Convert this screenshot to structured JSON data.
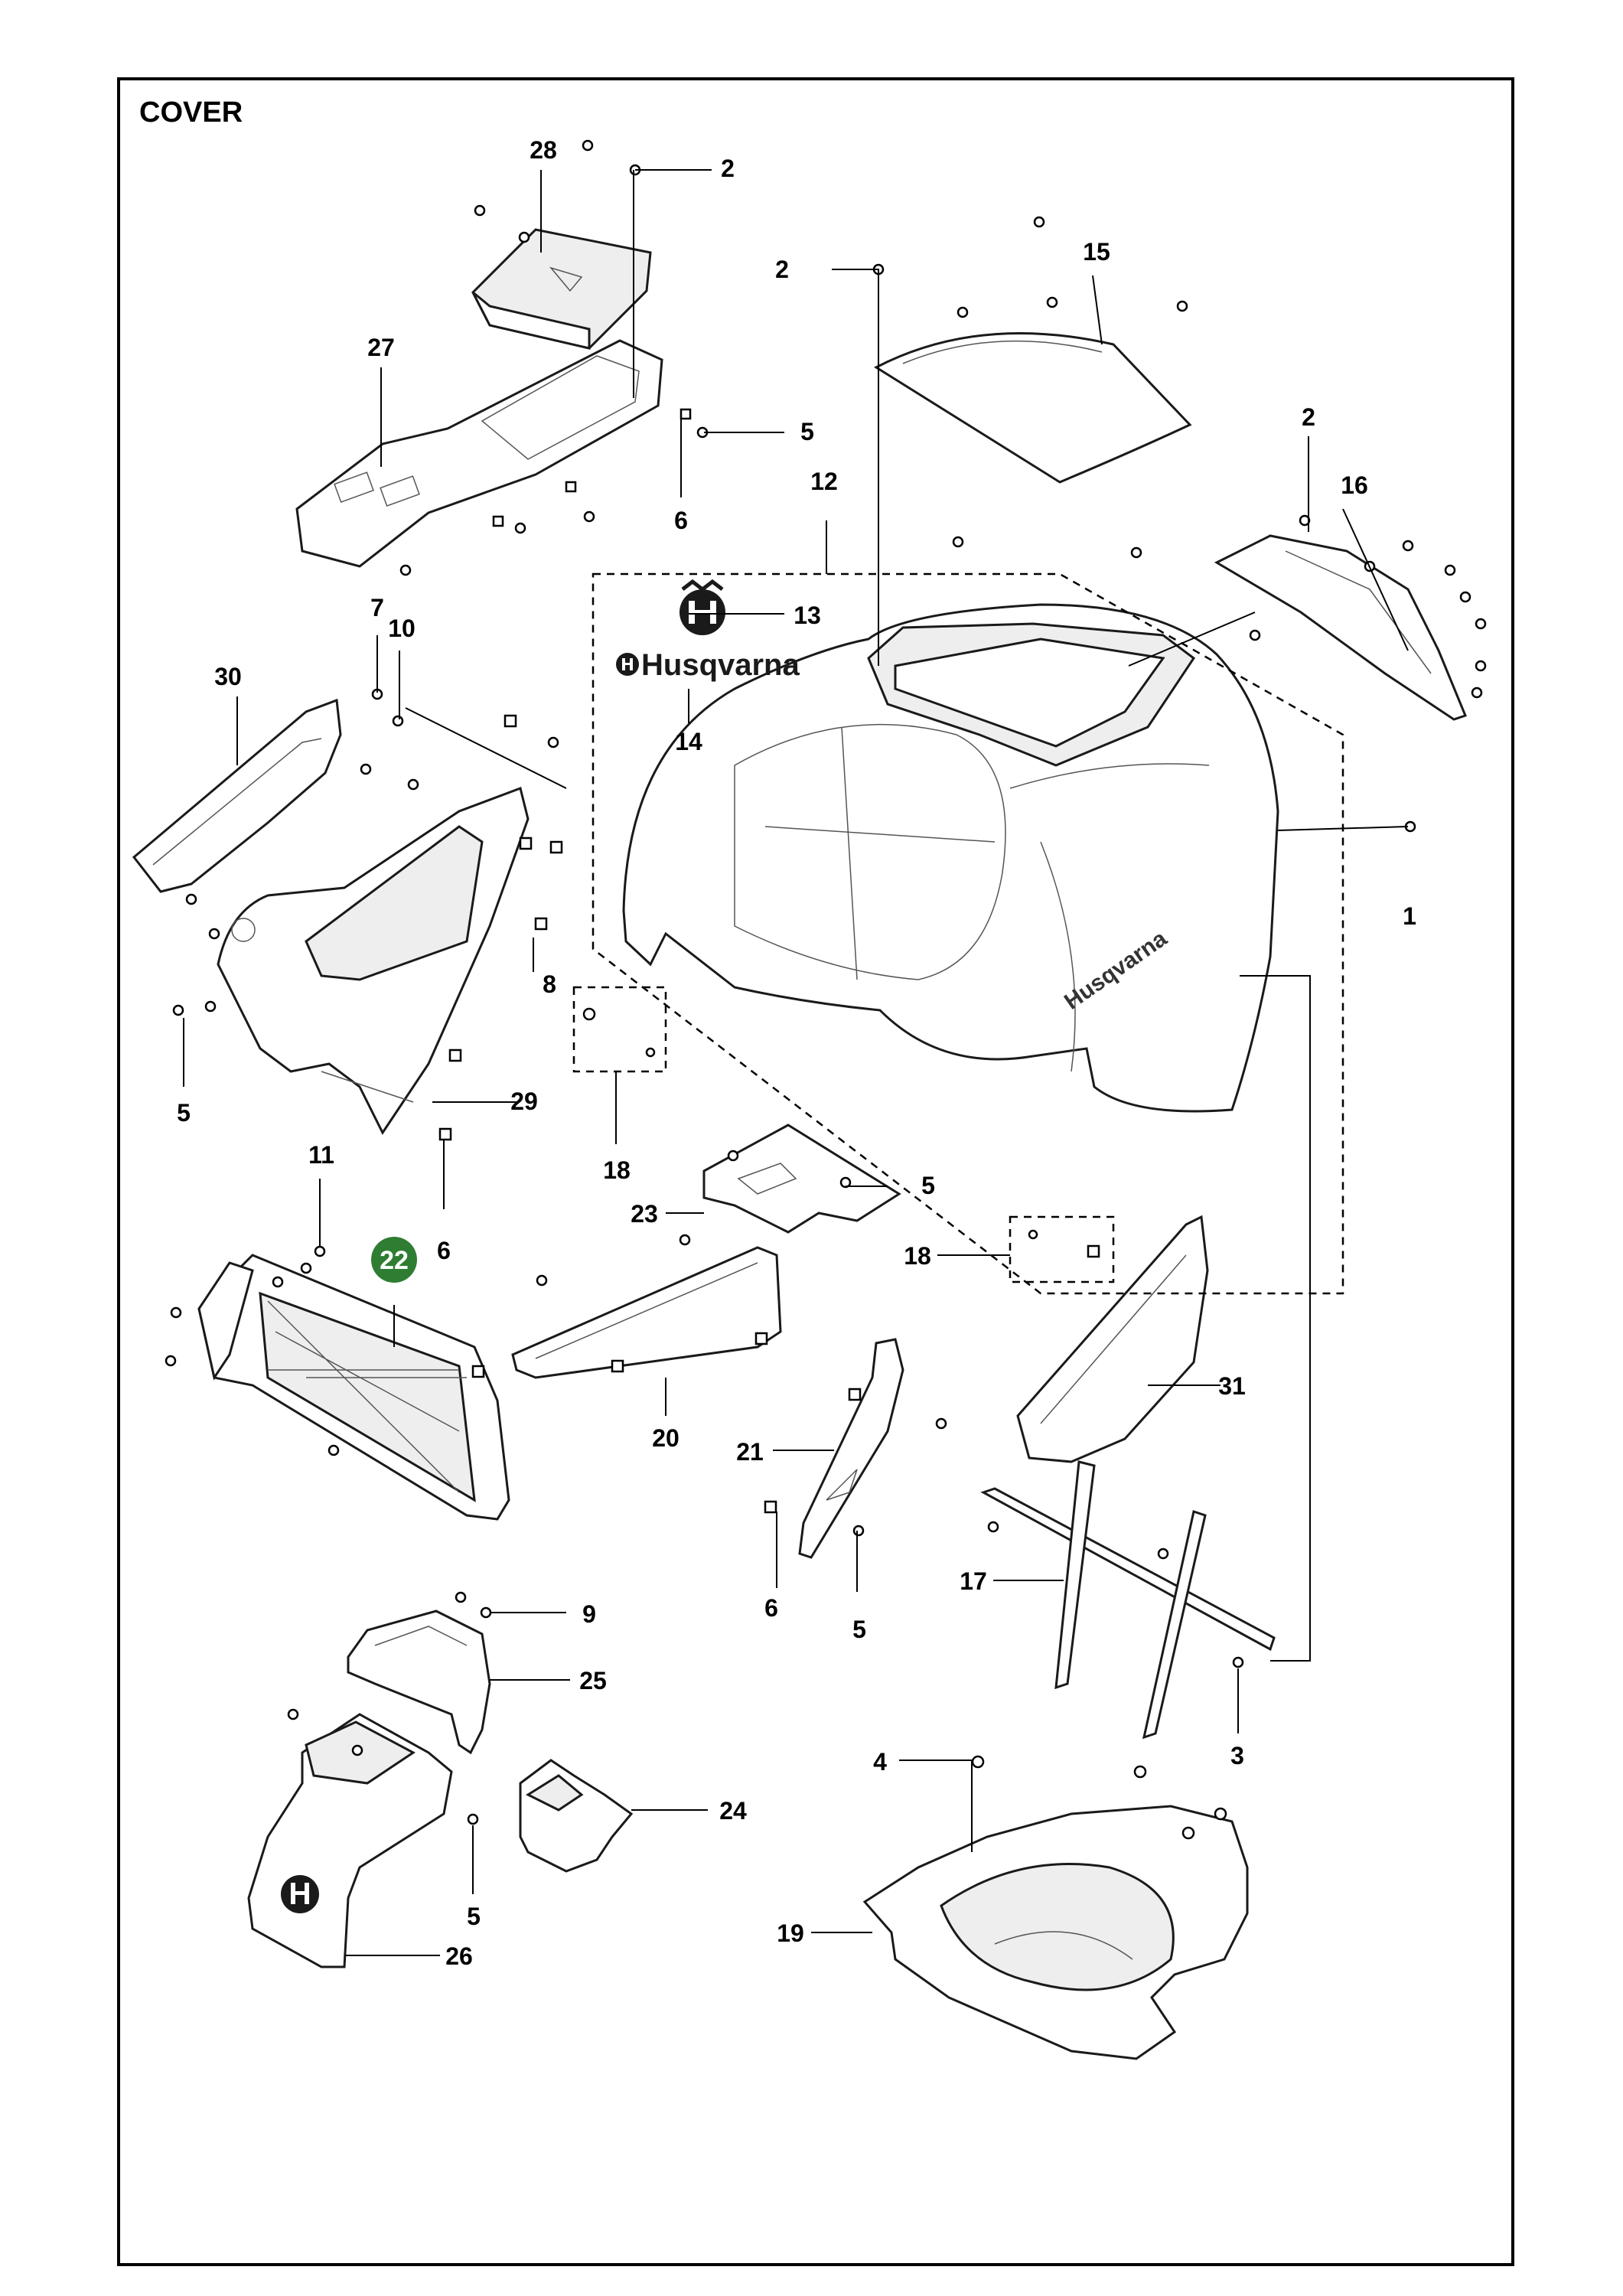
{
  "title": "COVER",
  "highlight_color": "#2e7d32",
  "brand": {
    "wordmark": "Husqvarna",
    "logo_icon": "husqvarna-crown-h-icon"
  },
  "callouts": {
    "c1": "1",
    "c2a": "2",
    "c2b": "2",
    "c2c": "2",
    "c3": "3",
    "c4": "4",
    "c5a": "5",
    "c5b": "5",
    "c5c": "5",
    "c5d": "5",
    "c5e": "5",
    "c6a": "6",
    "c6b": "6",
    "c6c": "6",
    "c7": "7",
    "c8": "8",
    "c9": "9",
    "c10": "10",
    "c11": "11",
    "c12": "12",
    "c13": "13",
    "c14": "14",
    "c15": "15",
    "c16": "16",
    "c17": "17",
    "c18a": "18",
    "c18b": "18",
    "c19": "19",
    "c20": "20",
    "c21": "21",
    "c22": "22",
    "c23": "23",
    "c24": "24",
    "c25": "25",
    "c26": "26",
    "c27": "27",
    "c28": "28",
    "c29": "29",
    "c30": "30",
    "c31": "31"
  }
}
